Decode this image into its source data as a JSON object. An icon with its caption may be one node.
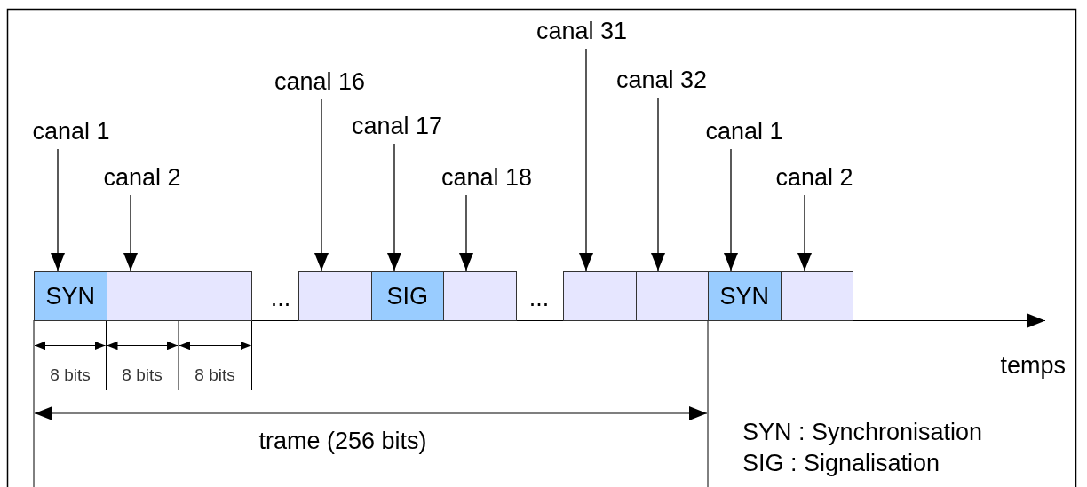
{
  "diagram": {
    "nodes": [
      {
        "text": [
          "canal 1"
        ]
      },
      {
        "text": [
          "canal 2"
        ]
      },
      {
        "text": [
          "canal 16"
        ]
      },
      {
        "text": [
          "canal 17"
        ]
      },
      {
        "text": [
          "canal 18"
        ]
      },
      {
        "text": [
          "canal 31"
        ]
      },
      {
        "text": [
          "canal 32"
        ]
      },
      {
        "text": [
          "canal 1"
        ]
      },
      {
        "text": [
          "canal 2"
        ]
      },
      {
        "text": [
          "SYN"
        ]
      },
      {
        "text": [],
        "shape": "box"
      },
      {
        "text": [],
        "shape": "box"
      },
      {
        "text": [],
        "shape": "box"
      },
      {
        "text": [
          "SIG"
        ]
      },
      {
        "text": [],
        "shape": "box"
      },
      {
        "text": [],
        "shape": "box"
      },
      {
        "text": [],
        "shape": "box"
      },
      {
        "text": [
          "SYN"
        ]
      },
      {
        "text": [],
        "shape": "box"
      }
    ],
    "edges": [
      {
        "from": 0,
        "to": 9,
        "arrow": "to"
      },
      {
        "from": 1,
        "to": 10,
        "arrow": "to"
      },
      {
        "from": 2,
        "to": 12,
        "arrow": "to"
      },
      {
        "from": 3,
        "to": 13,
        "arrow": "to"
      },
      {
        "from": 4,
        "to": 14,
        "arrow": "to"
      },
      {
        "from": 5,
        "to": 15,
        "arrow": "to"
      },
      {
        "from": 6,
        "to": 16,
        "arrow": "to"
      },
      {
        "from": 7,
        "to": 17,
        "arrow": "to"
      },
      {
        "from": 8,
        "to": 18,
        "arrow": "to"
      }
    ],
    "labels": [
      "...",
      "...",
      "8 bits",
      "8 bits",
      "8 bits",
      "temps",
      "trame (256 bits)",
      "SYN : Synchronisation",
      "SIG : Signalisation"
    ]
  }
}
